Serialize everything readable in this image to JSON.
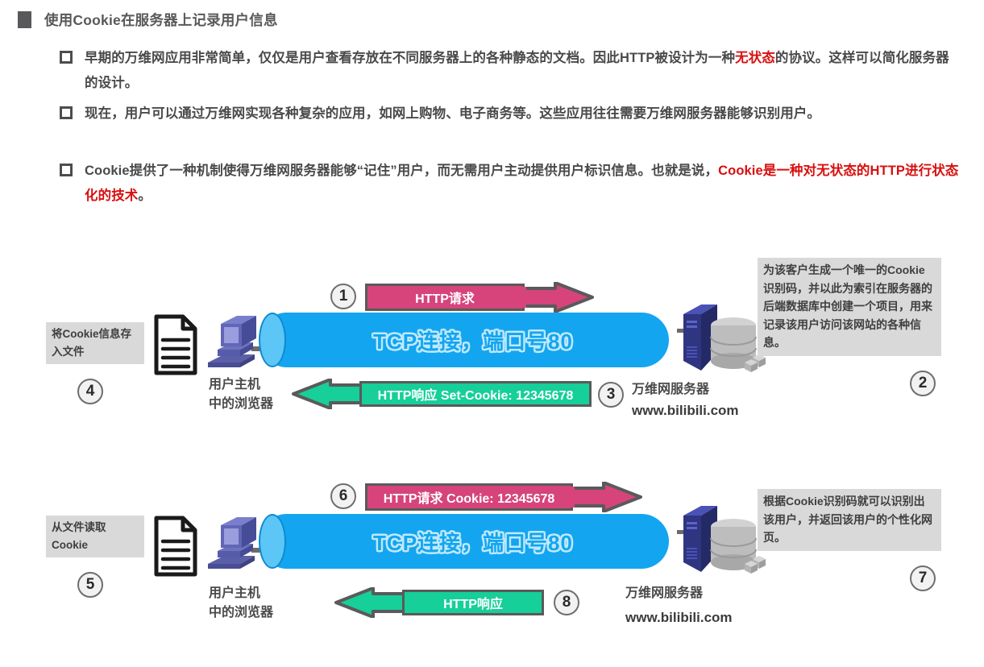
{
  "heading": {
    "bullet_icon": "filled-square-icon",
    "text": "使用Cookie在服务器上记录用户信息"
  },
  "bullets": [
    {
      "mark_icon": "hollow-square-icon",
      "parts": [
        {
          "text": "早期的万维网应用非常简单，仅仅是用户查看存放在不同服务器上的各种静态的文档。因此HTTP被设计为一种",
          "red": false
        },
        {
          "text": "无状态",
          "red": true
        },
        {
          "text": "的协议。这样可以简化服务器的设计。",
          "red": false
        }
      ]
    },
    {
      "mark_icon": "hollow-square-icon",
      "parts": [
        {
          "text": "现在，用户可以通过万维网实现各种复杂的应用，如网上购物、电子商务等。这些应用往往需要万维网服务器能够识别用户。",
          "red": false
        }
      ]
    },
    {
      "mark_icon": "hollow-square-icon",
      "parts": [
        {
          "text": "Cookie提供了一种机制使得万维网服务器能够“记住”用户，而无需用户主动提供用户标识信息。也就是说，",
          "red": false
        },
        {
          "text": "Cookie是一种对无状态的HTTP进行状态化的技术",
          "red": true
        },
        {
          "text": "。",
          "red": false
        }
      ]
    }
  ],
  "diagram": {
    "tcp_label": "TCP连接，端口号80",
    "host_caption_line1": "用户主机",
    "host_caption_line2": "中的浏览器",
    "server_caption": "万维网服务器",
    "server_url": "www.bilibili.com",
    "row1": {
      "step1_number": "1",
      "request_label": "HTTP请求",
      "step3_number": "3",
      "response_label": "HTTP响应 Set-Cookie: 12345678",
      "step4_number": "4",
      "note4": "将Cookie信息存入文件",
      "step2_number": "2",
      "note2": "为该客户生成一个唯一的Cookie识别码，并以此为索引在服务器的后端数据库中创建一个项目，用来记录该用户访问该网站的各种信息。"
    },
    "row2": {
      "step6_number": "6",
      "request_label": "HTTP请求  Cookie: 12345678",
      "step8_number": "8",
      "response_label": "HTTP响应",
      "step5_number": "5",
      "note5": "从文件读取Cookie",
      "step7_number": "7",
      "note7": "根据Cookie识别码就可以识别出该用户，并返回该用户的个性化网页。"
    },
    "icons": {
      "document": "document-icon",
      "computer": "desktop-computer-icon",
      "server": "server-rack-icon",
      "database": "database-cylinder-icon"
    }
  },
  "colors": {
    "request_arrow": "#d6447b",
    "response_arrow": "#16cf99",
    "tcp_tube": "#13a5f0",
    "note_box": "#d9d9d9",
    "highlight_red": "#d90f0f",
    "heading_gray": "#595959"
  }
}
